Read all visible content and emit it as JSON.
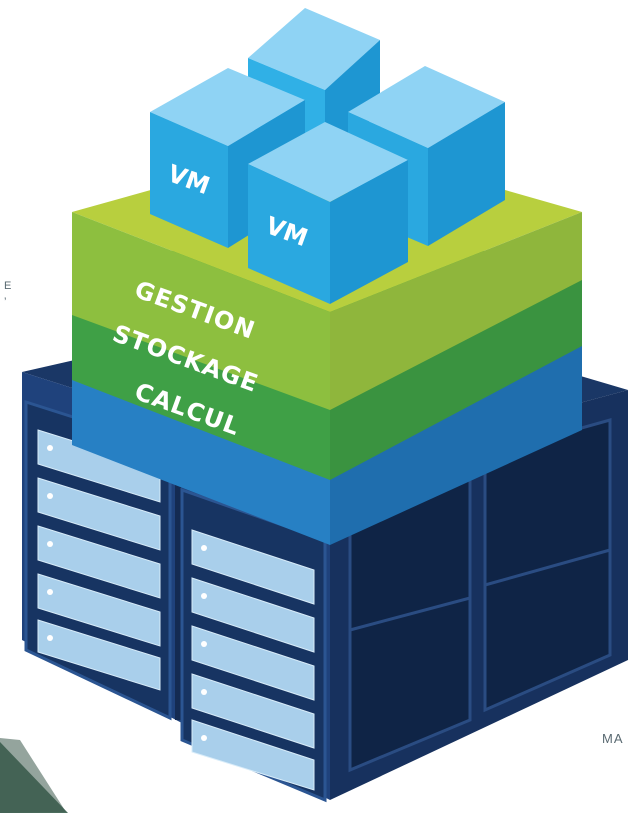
{
  "layers": {
    "management": "GESTION",
    "storage": "STOCKAGE",
    "compute": "CALCUL"
  },
  "vm_labels": [
    "VM",
    "VM"
  ],
  "edge_text": {
    "left_top": "E",
    "left_bottom": "’",
    "right": "MA"
  },
  "colors": {
    "management_layer": "#8DBF3F",
    "storage_layer": "#3FA046",
    "compute_layer": "#2780C4",
    "vm_cube": "#2AA8E0",
    "server_rack": "#1F3A68"
  }
}
